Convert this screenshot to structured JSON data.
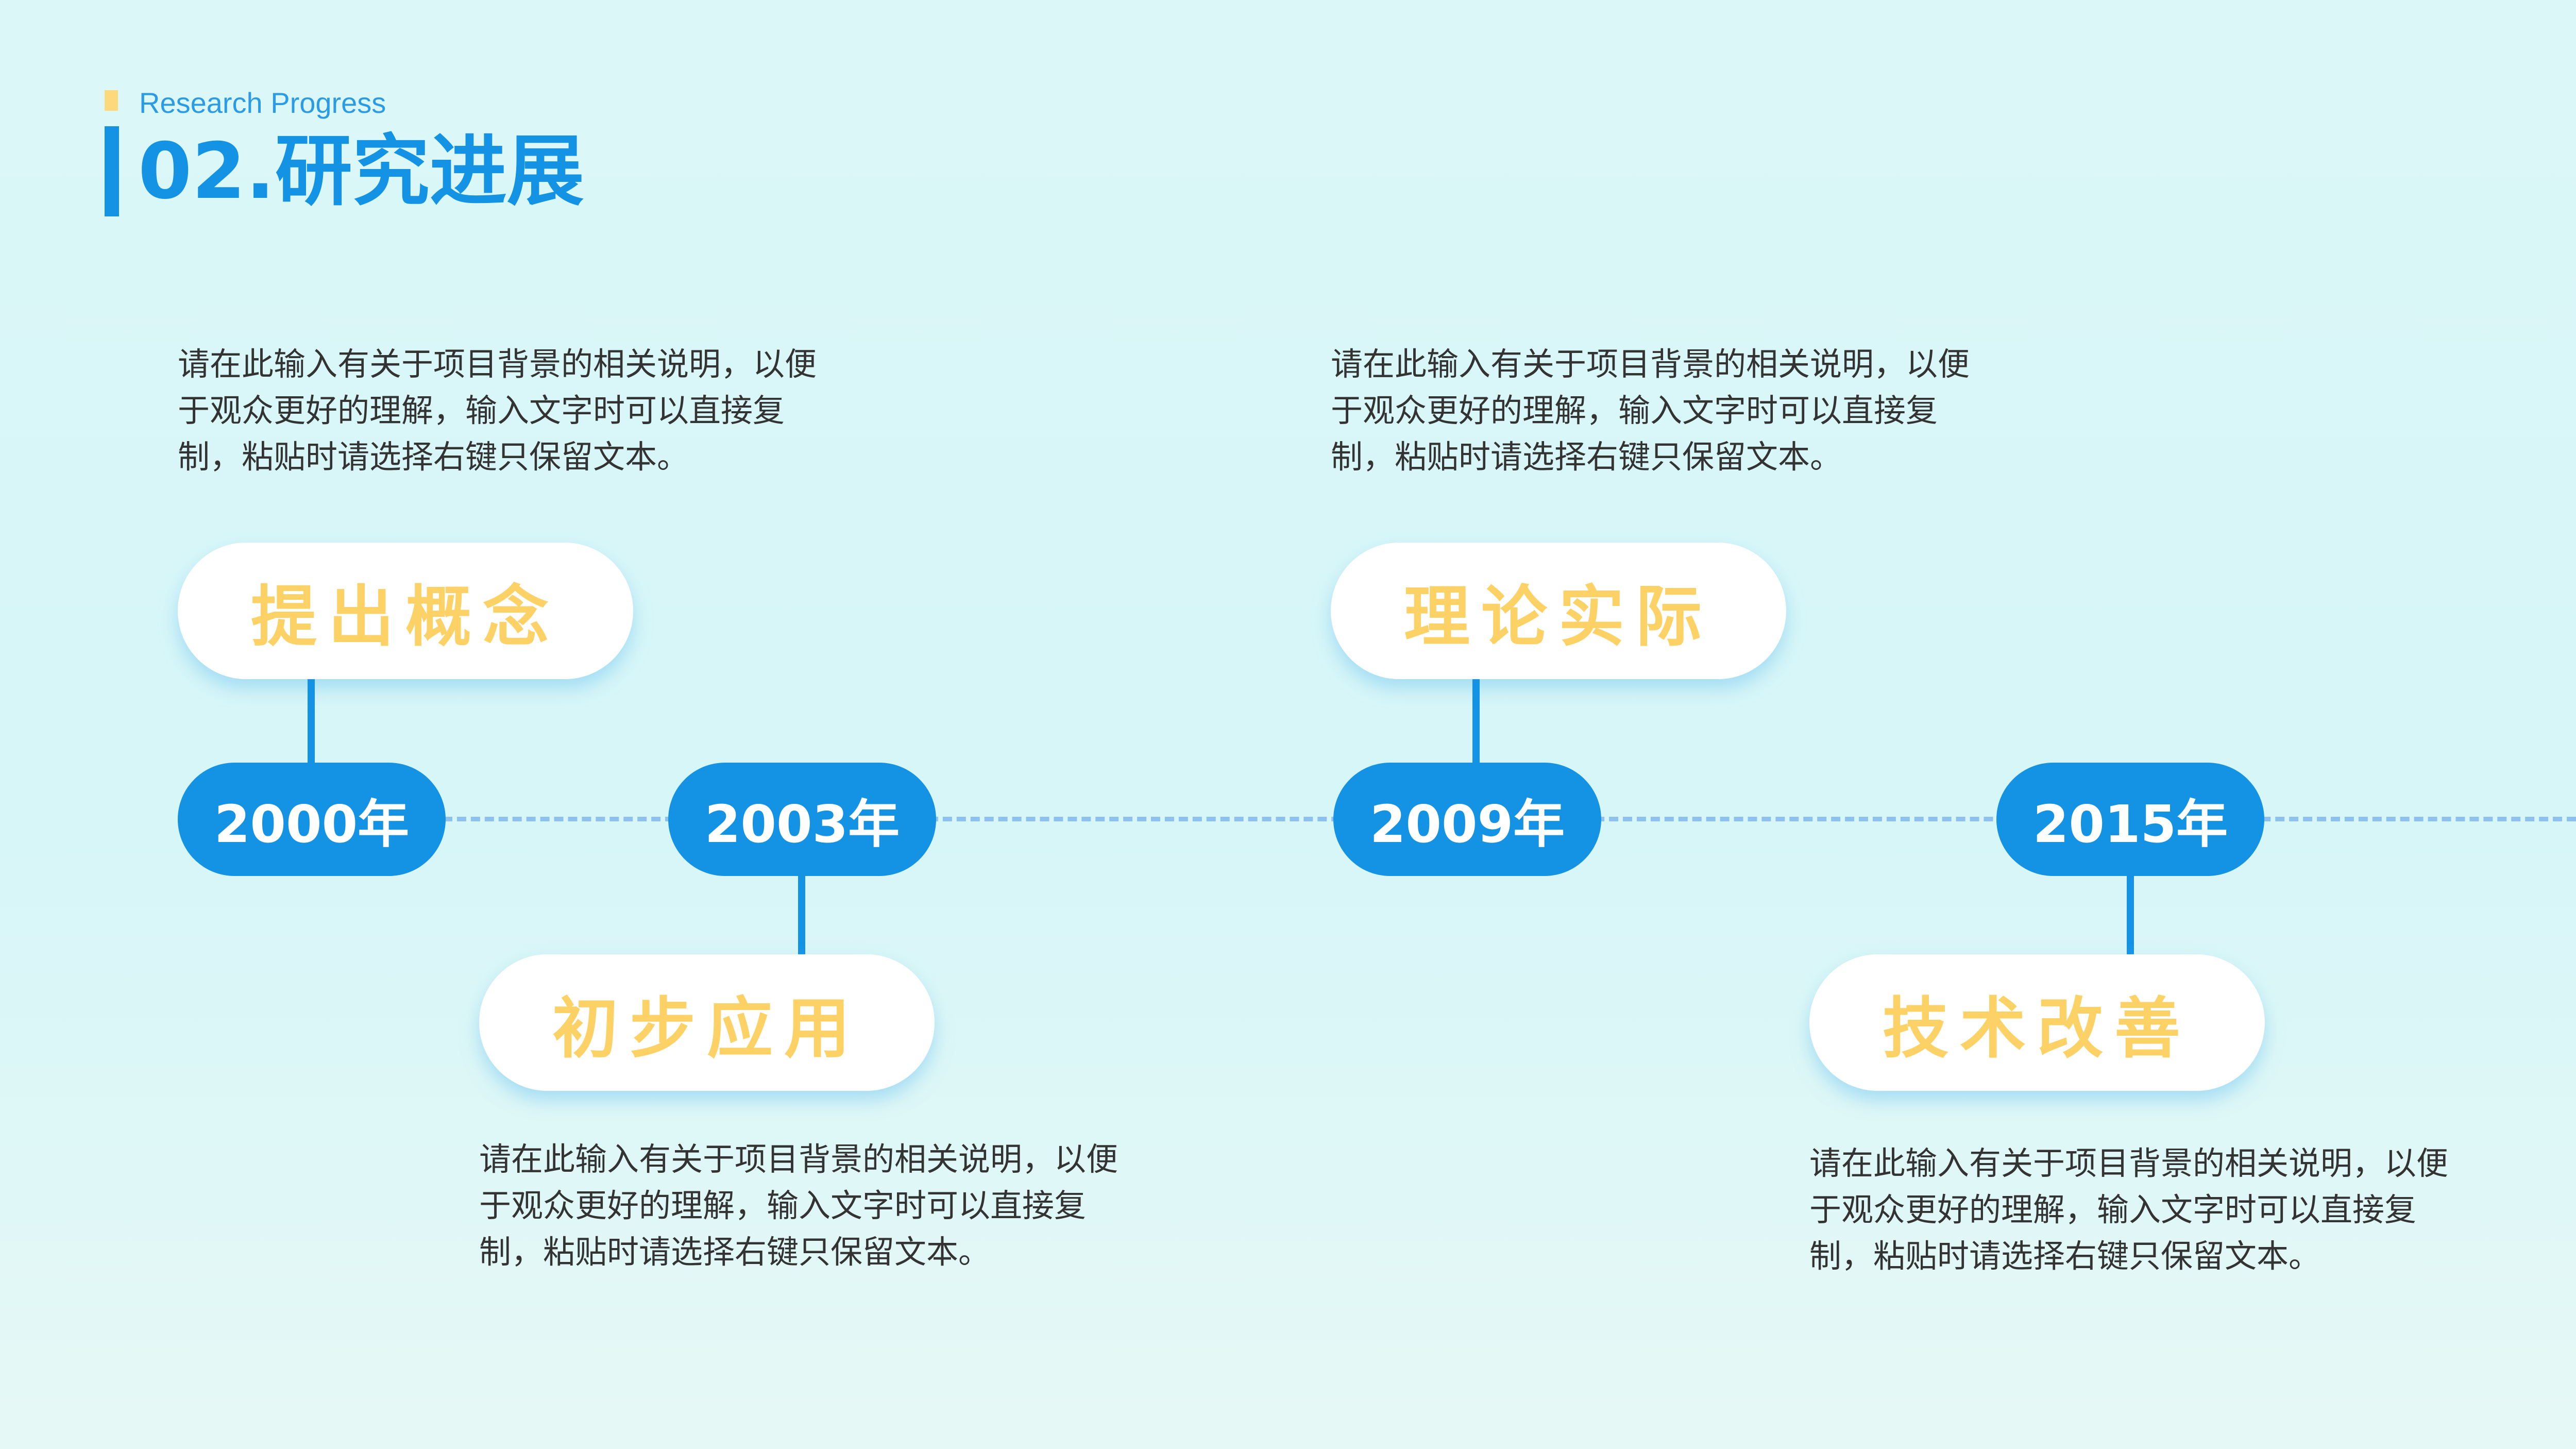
{
  "header": {
    "subtitle": "Research Progress",
    "title": "02.研究进展"
  },
  "colors": {
    "primary": "#1493e4",
    "accent_yellow": "#fcd266",
    "timeline_dash": "#8fc1ef",
    "background": "#dcf7f8"
  },
  "milestones": [
    {
      "year": "2000年",
      "label": "提出概念",
      "description": "请在此输入有关于项目背景的相关说明，以便于观众更好的理解，输入文字时可以直接复制，粘贴时请选择右键只保留文本。"
    },
    {
      "year": "2003年",
      "label": "初步应用",
      "description": "请在此输入有关于项目背景的相关说明，以便于观众更好的理解，输入文字时可以直接复制，粘贴时请选择右键只保留文本。"
    },
    {
      "year": "2009年",
      "label": "理论实际",
      "description": "请在此输入有关于项目背景的相关说明，以便于观众更好的理解，输入文字时可以直接复制，粘贴时请选择右键只保留文本。"
    },
    {
      "year": "2015年",
      "label": "技术改善",
      "description": "请在此输入有关于项目背景的相关说明，以便于观众更好的理解，输入文字时可以直接复制，粘贴时请选择右键只保留文本。"
    }
  ]
}
